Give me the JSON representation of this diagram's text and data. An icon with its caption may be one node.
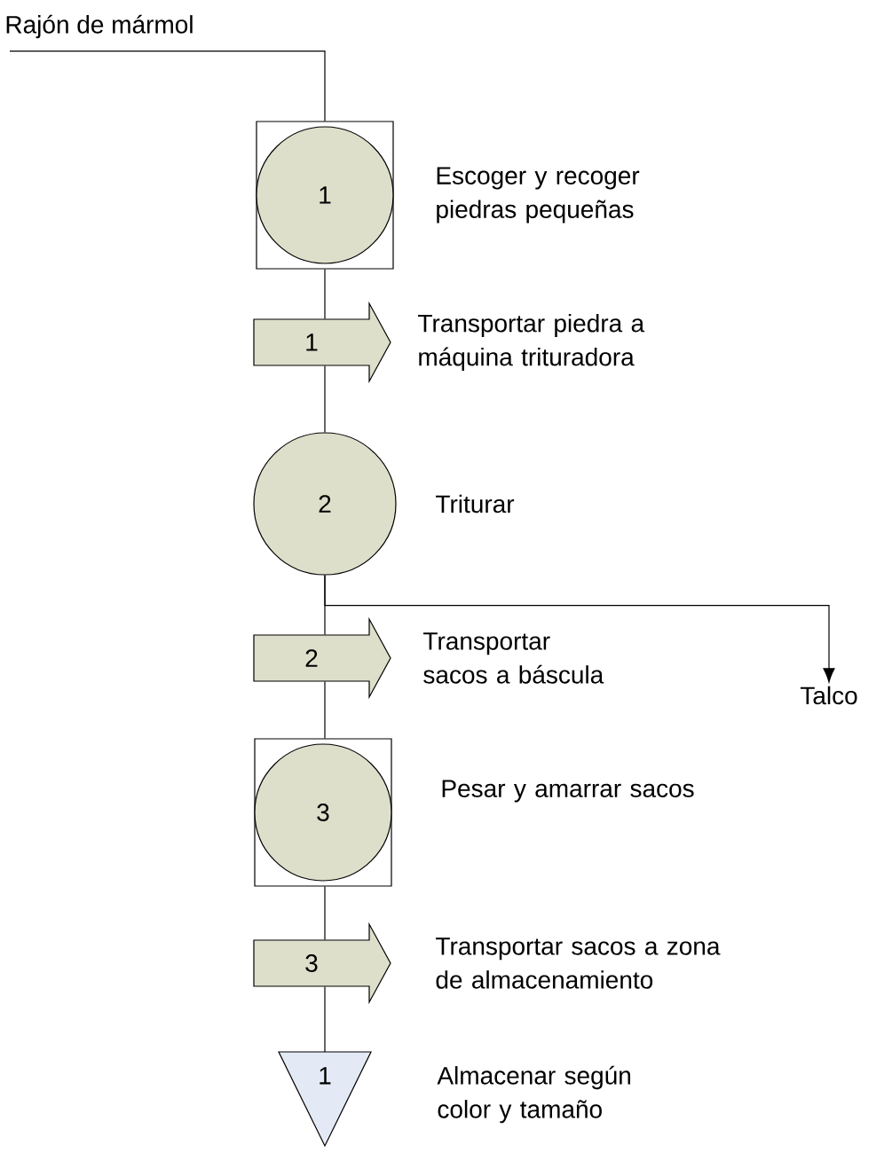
{
  "diagram": {
    "nodes": [
      {
        "text": [
          "Rajón de mármol"
        ]
      },
      {
        "text": [
          "1"
        ],
        "beside": [
          "Escoger y recoger piedras pequeñas"
        ]
      },
      {
        "text": [
          "1"
        ],
        "beside": [
          "Transportar piedra a máquina trituradora"
        ]
      },
      {
        "text": [
          "2"
        ],
        "beside": [
          "Triturar"
        ]
      },
      {
        "text": [
          "2"
        ],
        "beside": [
          "Transportar sacos a báscula"
        ]
      },
      {
        "text": [
          "3"
        ],
        "beside": [
          "Pesar y amarrar sacos"
        ]
      },
      {
        "text": [
          "3"
        ],
        "beside": [
          "Transportar sacos a zona de almacenamiento"
        ]
      },
      {
        "text": [
          "1"
        ],
        "beside": [
          "Almacenar según color y tamaño"
        ]
      },
      {
        "text": [
          "Talco"
        ]
      }
    ],
    "edges": [
      {
        "from": 0,
        "to": 1,
        "arrow": "none"
      },
      {
        "from": 1,
        "to": 2,
        "arrow": "none"
      },
      {
        "from": 2,
        "to": 3,
        "arrow": "none"
      },
      {
        "from": 3,
        "to": 4,
        "arrow": "none"
      },
      {
        "from": 3,
        "to": 8,
        "arrow": "to"
      },
      {
        "from": 4,
        "to": 5,
        "arrow": "none"
      },
      {
        "from": 5,
        "to": 6,
        "arrow": "none"
      },
      {
        "from": 6,
        "to": 7,
        "arrow": "none"
      }
    ]
  }
}
